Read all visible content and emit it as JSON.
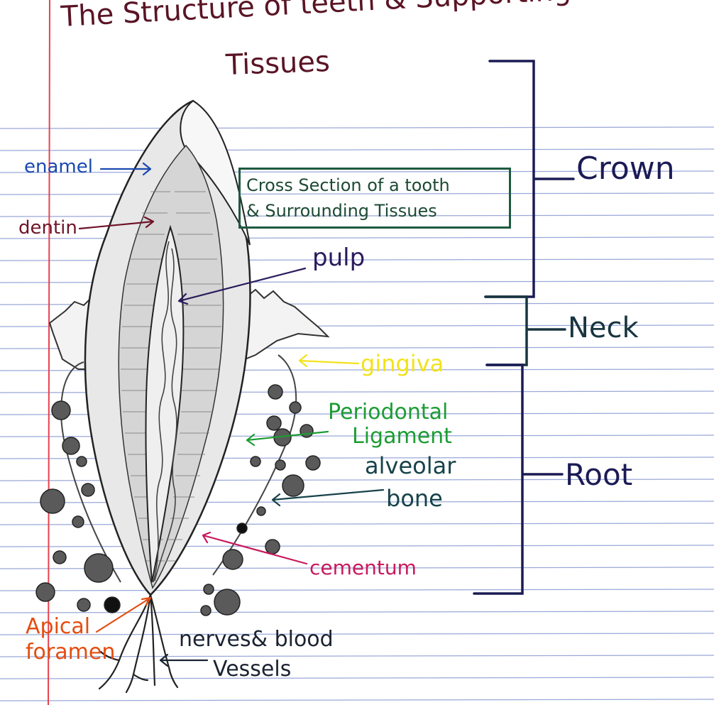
{
  "title": {
    "line1": "The Structure of teeth & Supporting",
    "line2": "Tissues"
  },
  "caption": {
    "line1": "Cross Section of a tooth",
    "line2": "& Surrounding Tissues"
  },
  "labels": {
    "enamel": "enamel",
    "dentin": "dentin",
    "pulp": "pulp",
    "gingiva": "gingiva",
    "periodontal_ligament_line1": "Periodontal",
    "periodontal_ligament_line2": "Ligament",
    "alveolar_bone_line1": "alveolar",
    "alveolar_bone_line2": "bone",
    "cementum": "cementum",
    "apical_foramen_line1": "Apical",
    "apical_foramen_line2": "foramen",
    "nerves_line1": "nerves& blood",
    "nerves_line2": "Vessels"
  },
  "regions": {
    "crown": "Crown",
    "neck": "Neck",
    "root": "Root"
  },
  "colors": {
    "title": "#5a1525",
    "enamel": "#1a48b0",
    "dentin": "#6e1428",
    "pulp": "#2a1b5c",
    "caption_box": "#1d5a3f",
    "gingiva": "#f2e21c",
    "periodontal_ligament": "#1c9c33",
    "alveolar_bone": "#17434a",
    "cementum": "#c9195c",
    "apical_foramen": "#e44d10",
    "nerves": "#1b2332",
    "crown_bracket": "#1b1b55",
    "neck_bracket": "#18353f",
    "root_bracket": "#1b1b55",
    "notebook_rule": "#9aa8d8",
    "margin_line": "#e8414f"
  }
}
